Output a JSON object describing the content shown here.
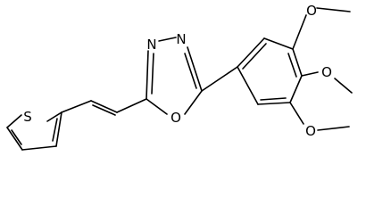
{
  "molecule": {
    "atom_labels": {
      "sulfur": "S",
      "nitrogen_left": "N",
      "nitrogen_right": "N",
      "oxygen_ring": "O",
      "oxygen_methoxy_top": "O",
      "oxygen_methoxy_middle": "O",
      "oxygen_methoxy_bottom": "O"
    },
    "colors": {
      "bond": "#000000",
      "label": "#000000",
      "background": "#ffffff"
    }
  }
}
